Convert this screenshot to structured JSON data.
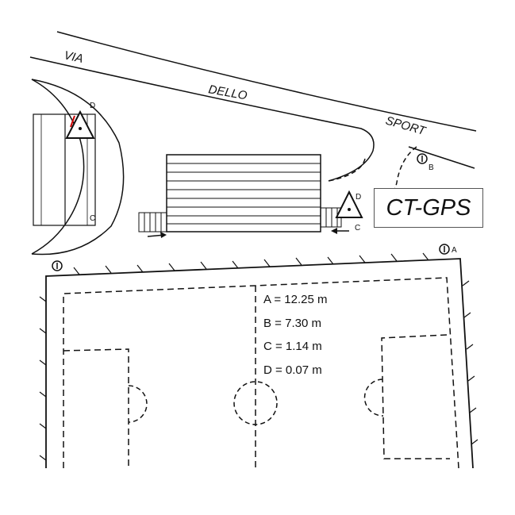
{
  "streets": [
    "VIA",
    "DELLO",
    "SPORT"
  ],
  "device_label": "CT-GPS",
  "point_labels": {
    "a": "A",
    "b": "B",
    "c": "C",
    "d": "D"
  },
  "measurements": [
    "A = 12.25 m",
    "B = 7.30 m",
    "C = 1.14 m",
    "D = 0.07 m"
  ],
  "colors": {
    "line": "#111111",
    "highlight": "#cc0000"
  },
  "icons": [
    "survey-point-icon",
    "gps-station-icon",
    "direction-arrow-icon"
  ]
}
